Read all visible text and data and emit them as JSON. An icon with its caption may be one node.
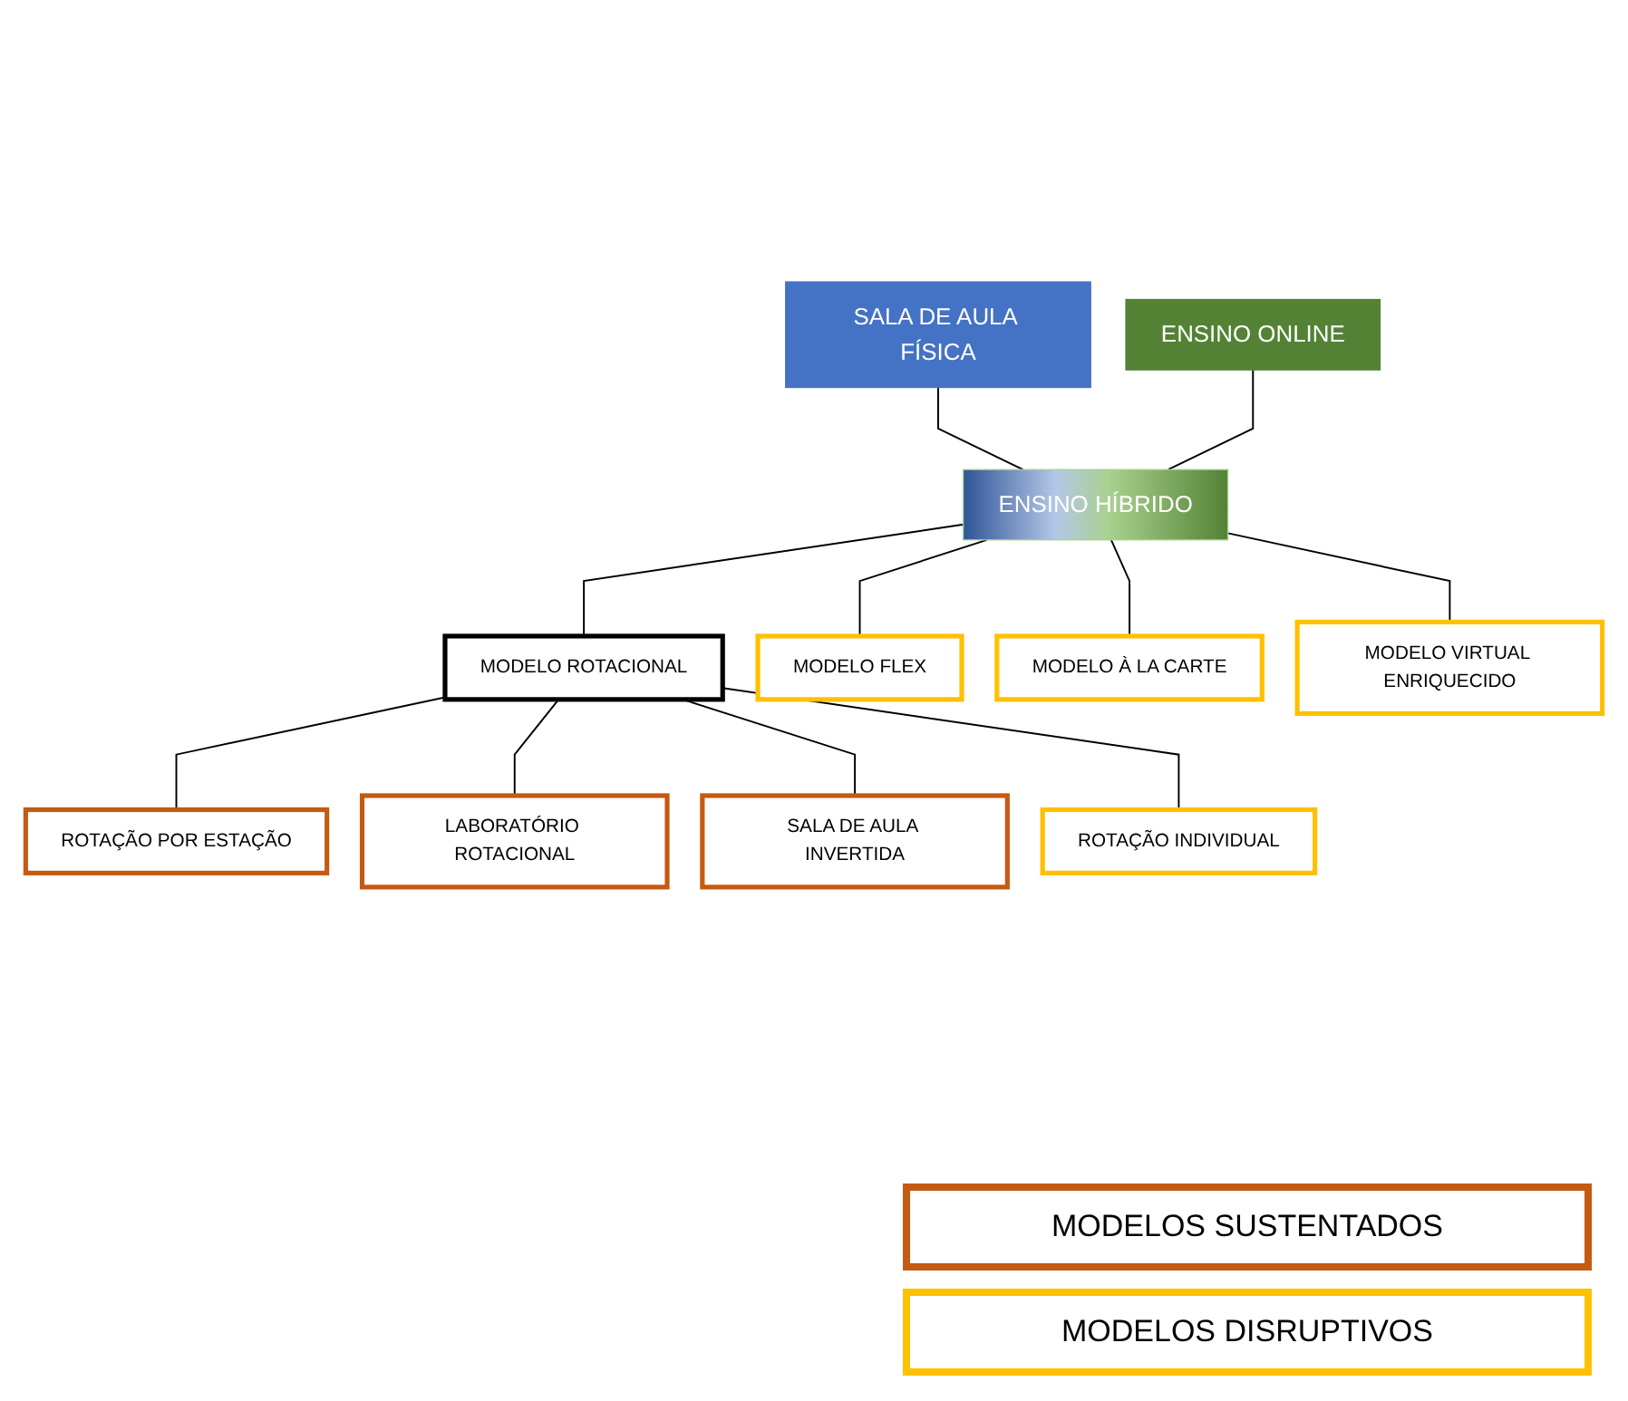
{
  "diagram": {
    "nodes": [
      {
        "text": [
          "SALA DE AULA FÍSICA"
        ]
      },
      {
        "text": [
          "ENSINO ONLINE"
        ]
      },
      {
        "text": [
          "ENSINO HÍBRIDO"
        ]
      },
      {
        "text": [
          "MODELO ROTACIONAL"
        ]
      },
      {
        "text": [
          "MODELO FLEX"
        ]
      },
      {
        "text": [
          "MODELO À LA CARTE"
        ]
      },
      {
        "text": [
          "MODELO VIRTUAL ENRIQUECIDO"
        ]
      },
      {
        "text": [
          "ROTAÇÃO POR ESTAÇÃO"
        ]
      },
      {
        "text": [
          "LABORATÓRIO ROTACIONAL"
        ]
      },
      {
        "text": [
          "SALA DE AULA INVERTIDA"
        ]
      },
      {
        "text": [
          "ROTAÇÃO INDIVIDUAL"
        ]
      }
    ],
    "edges": [
      {
        "from": 0,
        "to": 2,
        "arrow": "none"
      },
      {
        "from": 1,
        "to": 2,
        "arrow": "none"
      },
      {
        "from": 2,
        "to": 3,
        "arrow": "none"
      },
      {
        "from": 2,
        "to": 4,
        "arrow": "none"
      },
      {
        "from": 2,
        "to": 5,
        "arrow": "none"
      },
      {
        "from": 2,
        "to": 6,
        "arrow": "none"
      },
      {
        "from": 3,
        "to": 7,
        "arrow": "none"
      },
      {
        "from": 3,
        "to": 8,
        "arrow": "none"
      },
      {
        "from": 3,
        "to": 9,
        "arrow": "none"
      },
      {
        "from": 3,
        "to": 10,
        "arrow": "none"
      }
    ],
    "legend": [
      {
        "text": "MODELOS SUSTENTADOS",
        "color": "#c55a11"
      },
      {
        "text": "MODELOS DISRUPTIVOS",
        "color": "#ffc000"
      }
    ]
  }
}
